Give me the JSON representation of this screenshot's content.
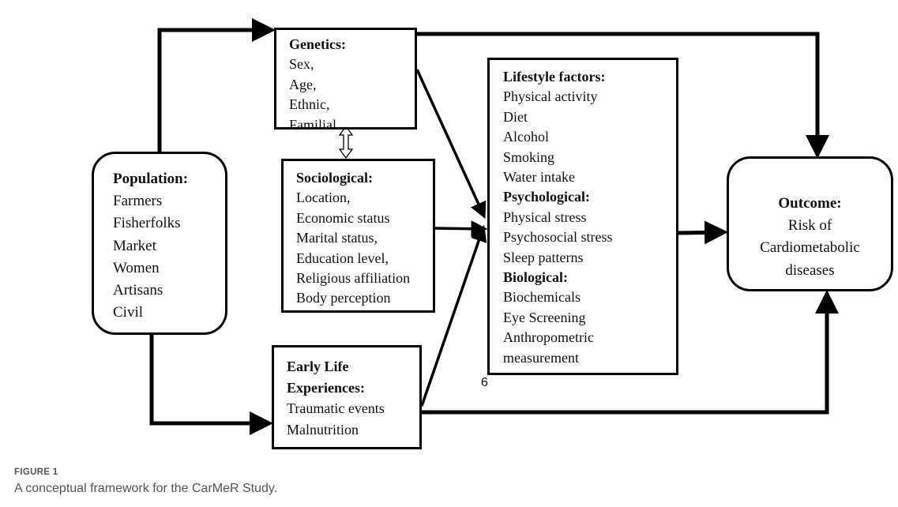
{
  "population": {
    "title": "Population:",
    "items": [
      "Farmers",
      "Fisherfolks",
      "Market",
      "Women",
      "Artisans",
      "Civil"
    ]
  },
  "genetics": {
    "title": "Genetics:",
    "items": [
      "Sex,",
      "Age,",
      "Ethnic,",
      "Familial"
    ]
  },
  "sociological": {
    "title": "Sociological:",
    "items": [
      "Location,",
      "Economic status",
      "Marital status,",
      "Education level,",
      "Religious affiliation",
      "Body perception"
    ]
  },
  "early_life": {
    "title_line1": "Early Life",
    "title_line2": "Experiences:",
    "items": [
      "Traumatic events",
      "Malnutrition"
    ]
  },
  "lifestyle": {
    "title": "Lifestyle factors:",
    "items": [
      "Physical activity",
      "Diet",
      "Alcohol",
      "Smoking",
      "Water intake"
    ],
    "psychological_title": "Psychological:",
    "psychological_items": [
      "Physical stress",
      "Psychosocial stress",
      "Sleep patterns"
    ],
    "biological_title": "Biological:",
    "biological_items": [
      "Biochemicals",
      "Eye Screening",
      "Anthropometric",
      "measurement"
    ]
  },
  "outcome": {
    "title": "Outcome:",
    "lines": [
      "Risk of",
      "Cardiometabolic",
      "diseases"
    ]
  },
  "page_number": "6",
  "figure": {
    "label": "FIGURE 1",
    "caption": "A conceptual framework for the CarMeR Study."
  }
}
